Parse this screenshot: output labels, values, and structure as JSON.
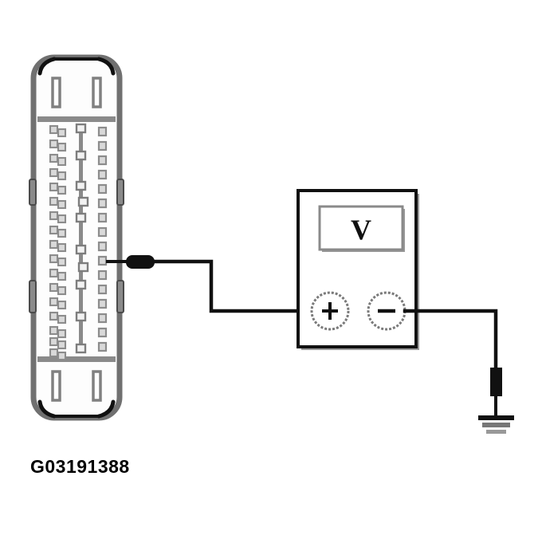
{
  "figure": {
    "caption": "G03191388",
    "title": "Voltmeter connected to connector terminal",
    "background_color": "#ffffff"
  },
  "colors": {
    "outline_black": "#000000",
    "body_gray": "#808080",
    "pin_gray": "#999999",
    "pin_fill": "#d9d9d9",
    "wire_black": "#111111",
    "wire_gray": "#8c8c8c",
    "face_white": "#fdfdfd",
    "probe_black": "#111111"
  },
  "connector": {
    "name": "electrical-connector",
    "label": "Connector",
    "top_slots": 2,
    "bottom_slots": 2,
    "side_tabs": 4,
    "columns": [
      {
        "name": "left-staggered-column",
        "pin_count": 17
      },
      {
        "name": "center-rail-column",
        "pin_count": 11
      },
      {
        "name": "right-column",
        "pin_count": 16
      }
    ],
    "probed_pin_index": 9
  },
  "meter": {
    "name": "digital-multimeter",
    "display_symbol": "V",
    "display_label": "Voltage display",
    "terminals": [
      {
        "name": "positive-terminal",
        "symbol": "+",
        "label": "Positive"
      },
      {
        "name": "negative-terminal",
        "symbol": "−",
        "label": "Negative"
      }
    ]
  },
  "leads": [
    {
      "name": "positive-test-lead",
      "from": "connector-terminal",
      "to": "positive-terminal",
      "color": "#111111"
    },
    {
      "name": "negative-test-lead",
      "from": "negative-terminal",
      "to": "chassis-ground",
      "color": "#111111"
    }
  ],
  "ground": {
    "name": "chassis-ground-symbol",
    "label": "Ground",
    "bars": 3
  },
  "probes": [
    {
      "name": "connector-probe-tip",
      "label": "Test probe at connector"
    },
    {
      "name": "ground-probe-tip",
      "label": "Test probe at ground"
    }
  ]
}
